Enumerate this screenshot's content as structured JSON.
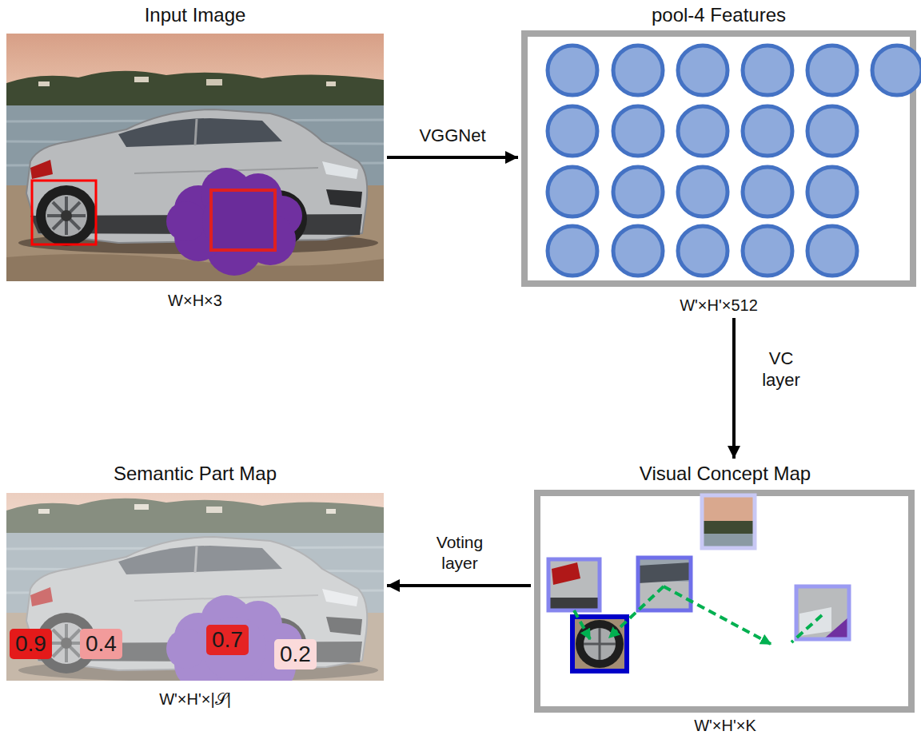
{
  "diagram": {
    "nodes": [
      {
        "text": [
          "Input Image",
          "W×H×3"
        ]
      },
      {
        "text": [
          "pool-4 Features",
          "W'×H'×512"
        ]
      },
      {
        "text": [
          "Semantic Part Map",
          "W'×H'×|𝒮|"
        ]
      },
      {
        "text": [
          "0.9"
        ],
        "in": 2
      },
      {
        "text": [
          "0.4"
        ],
        "in": 2
      },
      {
        "text": [
          "0.7"
        ],
        "in": 2
      },
      {
        "text": [
          "0.2"
        ],
        "in": 2
      },
      {
        "text": [
          "Visual Concept Map",
          "W'×H'×K"
        ]
      }
    ],
    "edges": [
      {
        "from": 0,
        "to": 1,
        "arrow": "to",
        "label": "VGGNet"
      },
      {
        "from": 1,
        "to": 7,
        "arrow": "to",
        "label": "VC layer"
      },
      {
        "from": 7,
        "to": 2,
        "arrow": "to",
        "label": "Voting layer"
      }
    ]
  }
}
